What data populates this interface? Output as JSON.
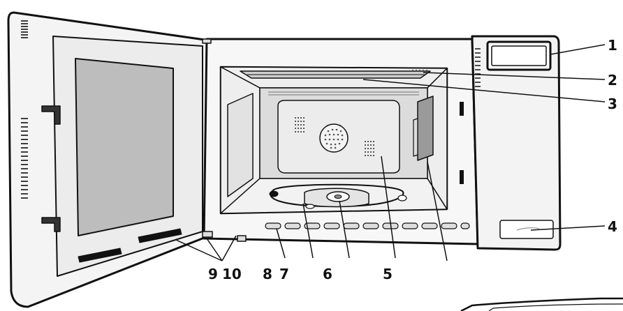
{
  "diagram": {
    "callouts_right": [
      "1",
      "2",
      "3",
      "4"
    ],
    "callouts_bottom": [
      "9",
      "10",
      "8",
      "7",
      "6",
      "5"
    ]
  }
}
